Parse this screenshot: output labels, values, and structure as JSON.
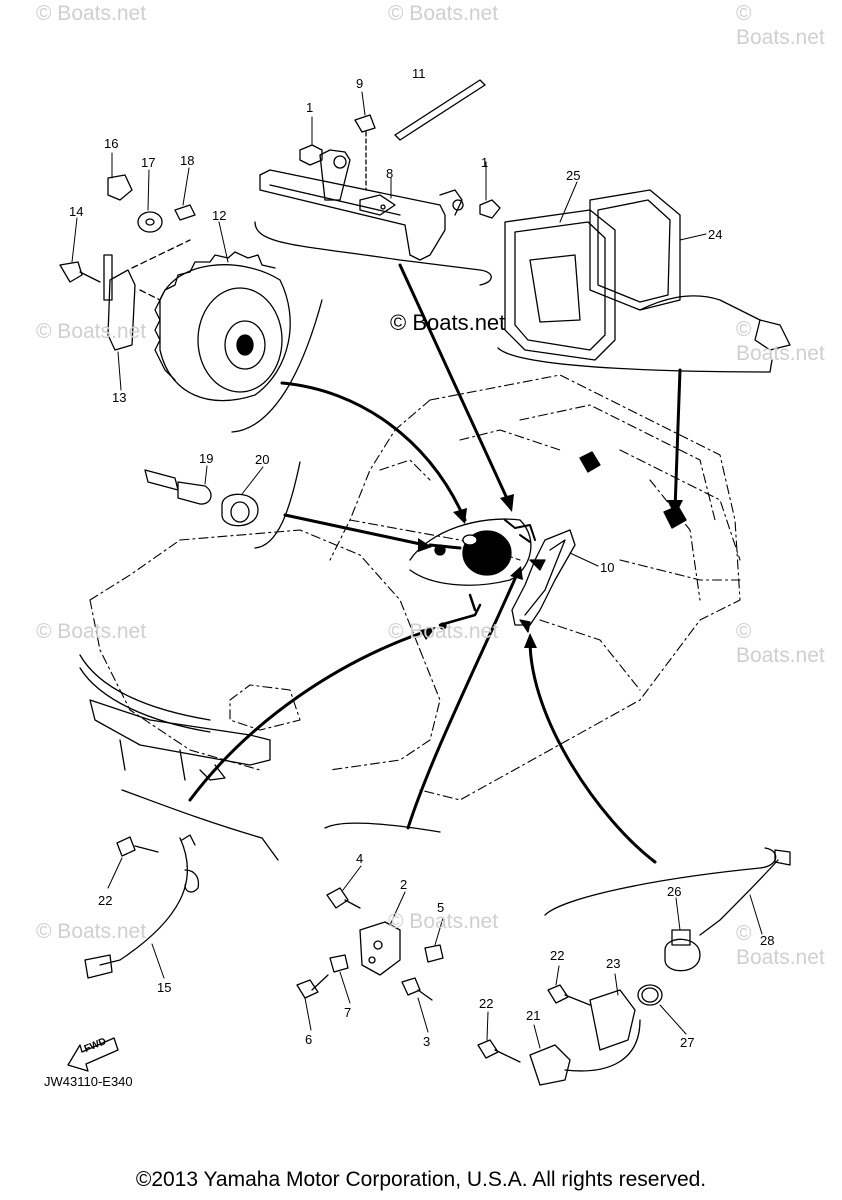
{
  "watermark": "© Boats.net",
  "center_watermark": "© Boats.net",
  "diagram_code": "JW43110-E340",
  "fwd_label": "FWD",
  "copyright": "©2013 Yamaha Motor Corporation, U.S.A. All rights reserved.",
  "callouts": [
    "1",
    "9",
    "11",
    "1",
    "8",
    "25",
    "24",
    "16",
    "17",
    "18",
    "14",
    "12",
    "13",
    "19",
    "20",
    "10",
    "4",
    "2",
    "5",
    "22",
    "15",
    "6",
    "7",
    "3",
    "26",
    "28",
    "22",
    "23",
    "27",
    "22",
    "21"
  ]
}
